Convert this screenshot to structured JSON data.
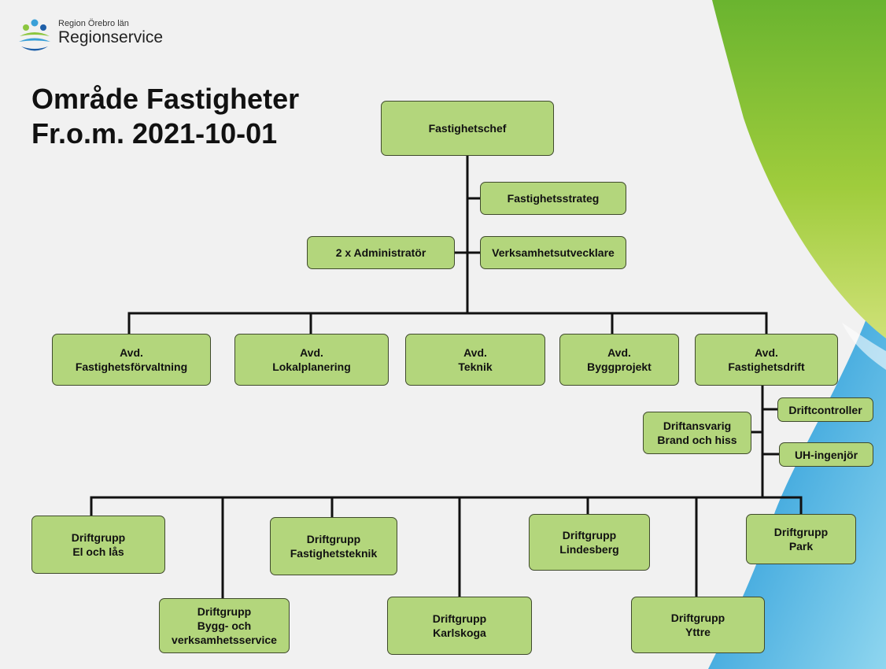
{
  "logo": {
    "small_text": "Region Örebro län",
    "big_text": "Regionservice"
  },
  "title": {
    "line1": "Område Fastigheter",
    "line2": "Fr.o.m. 2021-10-01"
  },
  "org": {
    "head": "Fastighetschef",
    "staff": {
      "strategist": "Fastighetsstrateg",
      "administrators": "2 x Administratör",
      "developer": "Verksamhetsutvecklare"
    },
    "departments": {
      "fastighetsforvaltning": "Avd.\nFastighetsförvaltning",
      "lokalplanering": "Avd.\nLokalplanering",
      "teknik": "Avd.\nTeknik",
      "byggprojekt": "Avd.\nByggprojekt",
      "fastighetsdrift": "Avd.\nFastighetsdrift"
    },
    "drift_staff": {
      "controller": "Driftcontroller",
      "brand_hiss": "Driftansvarig\nBrand och hiss",
      "uh_ingenjor": "UH-ingenjör"
    },
    "groups": {
      "el_las": "Driftgrupp\nEl och lås",
      "bygg": "Driftgrupp\nBygg- och\nverksamhetsservice",
      "fastighetsteknik": "Driftgrupp\nFastighetsteknik",
      "karlskoga": "Driftgrupp\nKarlskoga",
      "lindesberg": "Driftgrupp\nLindesberg",
      "yttre": "Driftgrupp\nYttre",
      "park": "Driftgrupp\nPark"
    }
  }
}
